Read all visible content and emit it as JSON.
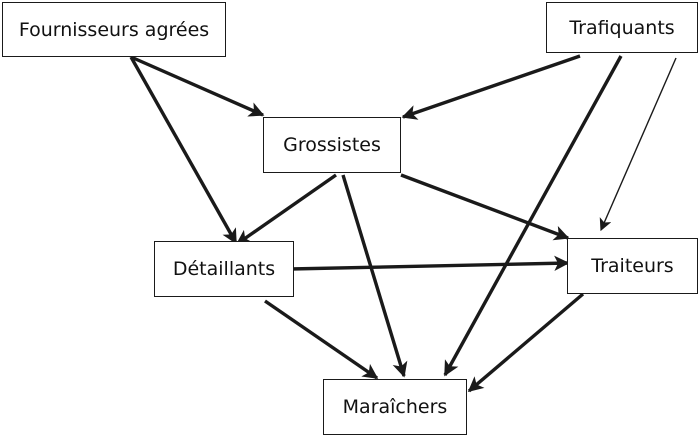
{
  "diagram": {
    "nodes": {
      "fournisseurs": "Fournisseurs agrées",
      "trafiquants": "Trafiquants",
      "grossistes": "Grossistes",
      "detaillants": "Détaillants",
      "traiteurs": "Traiteurs",
      "maraichers": "Maraîchers"
    },
    "colors": {
      "line": "#1a1a1a",
      "background": "#ffffff"
    },
    "edges": [
      {
        "from": "fournisseurs",
        "to": "grossistes",
        "weight": "thick"
      },
      {
        "from": "fournisseurs",
        "to": "detaillants",
        "weight": "thick"
      },
      {
        "from": "trafiquants",
        "to": "grossistes",
        "weight": "thick"
      },
      {
        "from": "trafiquants",
        "to": "maraichers",
        "weight": "thick"
      },
      {
        "from": "trafiquants",
        "to": "traiteurs",
        "weight": "thin"
      },
      {
        "from": "grossistes",
        "to": "detaillants",
        "weight": "thick"
      },
      {
        "from": "grossistes",
        "to": "traiteurs",
        "weight": "thick"
      },
      {
        "from": "grossistes",
        "to": "maraichers",
        "weight": "thick"
      },
      {
        "from": "detaillants",
        "to": "traiteurs",
        "weight": "thick"
      },
      {
        "from": "detaillants",
        "to": "maraichers",
        "weight": "thick"
      },
      {
        "from": "traiteurs",
        "to": "maraichers",
        "weight": "thick"
      }
    ]
  }
}
